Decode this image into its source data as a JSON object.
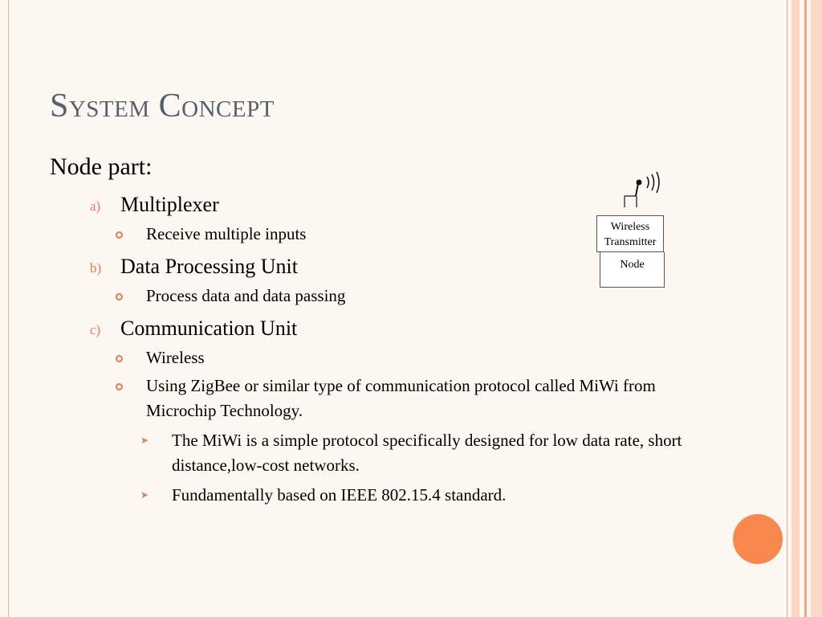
{
  "slide": {
    "title": "System Concept",
    "heading": "Node part:",
    "sections": [
      {
        "marker": "a)",
        "label": "Multiplexer",
        "bullets": [
          {
            "text": "Receive multiple inputs"
          }
        ]
      },
      {
        "marker": "b)",
        "label": "Data Processing Unit",
        "bullets": [
          {
            "text": "Process data and data passing"
          }
        ]
      },
      {
        "marker": "c)",
        "label": "Communication Unit",
        "bullets": [
          {
            "text": "Wireless"
          },
          {
            "text": "Using ZigBee or similar type of communication protocol called MiWi  from Microchip Technology.",
            "subbullets": [
              "The MiWi is a simple protocol specifically designed for low data rate, short distance,low-cost networks.",
              "Fundamentally based on IEEE 802.15.4 standard."
            ]
          }
        ]
      }
    ]
  },
  "diagram": {
    "transmitter_line1": "Wireless",
    "transmitter_line2": "Transmitter",
    "node_label": "Node",
    "antenna_icon": "antenna-signal-icon"
  },
  "colors": {
    "title": "#55606e",
    "accent": "#f9884e",
    "marker": "#e87d4b",
    "background": "#fdf7f2"
  }
}
